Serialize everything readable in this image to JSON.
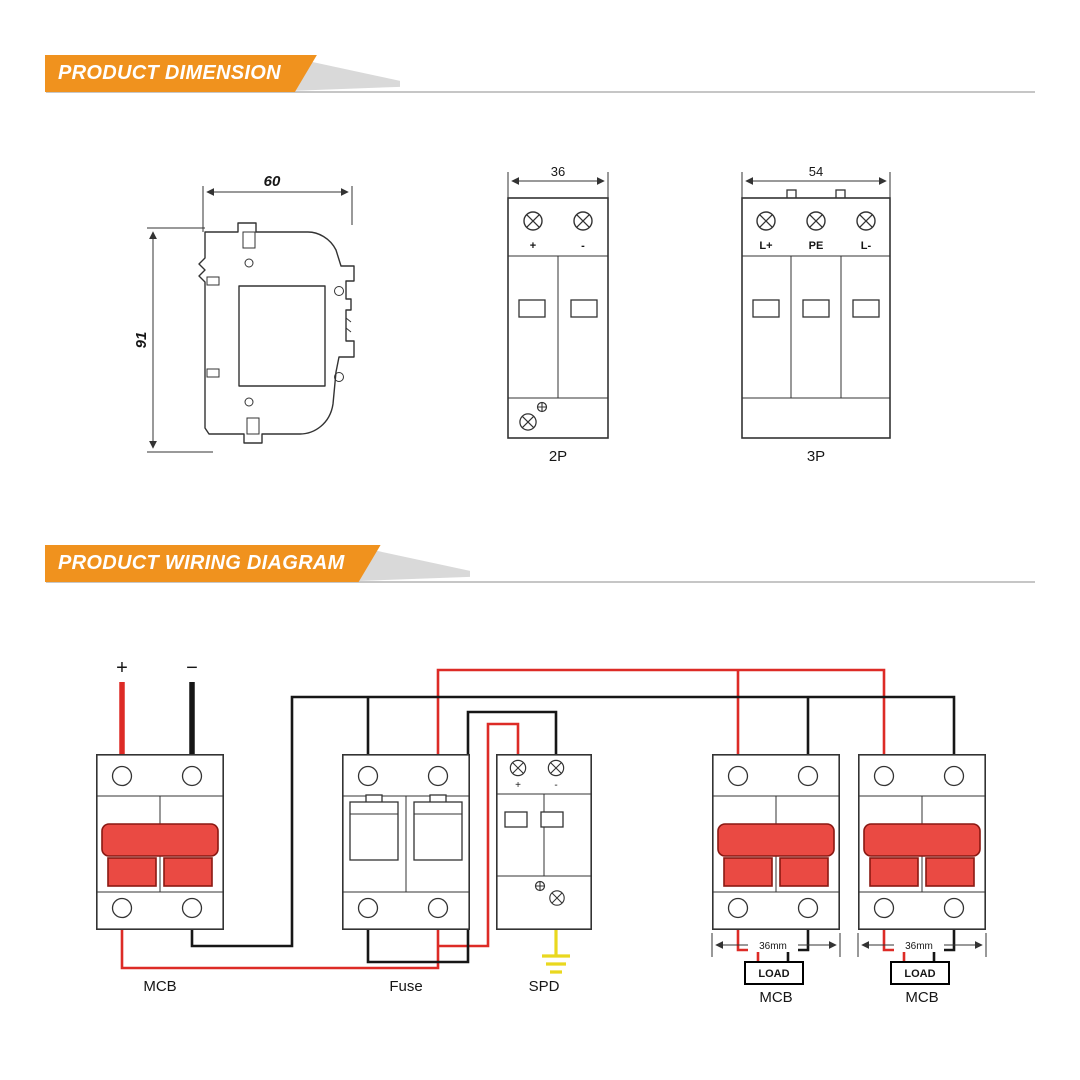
{
  "sections": {
    "dimension": {
      "title": "PRODUCT DIMENSION"
    },
    "wiring": {
      "title": "PRODUCT WIRING DIAGRAM"
    }
  },
  "dimension_drawings": {
    "side_view": {
      "width": "60",
      "height": "91"
    },
    "front_2p": {
      "width": "36",
      "pos": "+",
      "neg": "-",
      "caption": "2P"
    },
    "front_3p": {
      "width": "54",
      "t1": "L+",
      "t2": "PE",
      "t3": "L-",
      "caption": "3P"
    }
  },
  "wiring": {
    "input_pos": "+",
    "input_neg": "−",
    "spd_pos": "+",
    "spd_neg": "-",
    "mcb_main": "MCB",
    "fuse": "Fuse",
    "spd": "SPD",
    "load1": {
      "dim": "36mm",
      "load": "LOAD",
      "name": "MCB"
    },
    "load2": {
      "dim": "36mm",
      "load": "LOAD",
      "name": "MCB"
    }
  },
  "colors": {
    "accent_orange": "#f0921e",
    "positive_wire": "#dd2b26",
    "negative_wire": "#161616",
    "ground_wire": "#e9d81f",
    "breaker_red": "#ea4a43",
    "breaker_red_dark": "#8a1812",
    "outline": "#333333"
  }
}
